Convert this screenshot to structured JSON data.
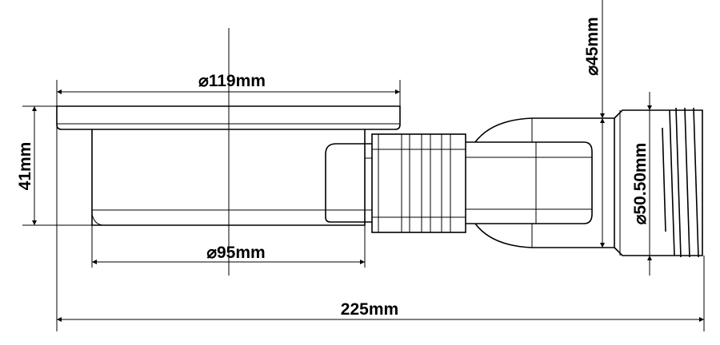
{
  "dimensions": {
    "top_diameter": "⌀119mm",
    "height": "41mm",
    "body_diameter": "⌀95mm",
    "total_length": "225mm",
    "outlet_diameter": "⌀45mm",
    "thread_diameter": "⌀50.50mm"
  },
  "colors": {
    "line": "#000000",
    "background": "#ffffff"
  }
}
